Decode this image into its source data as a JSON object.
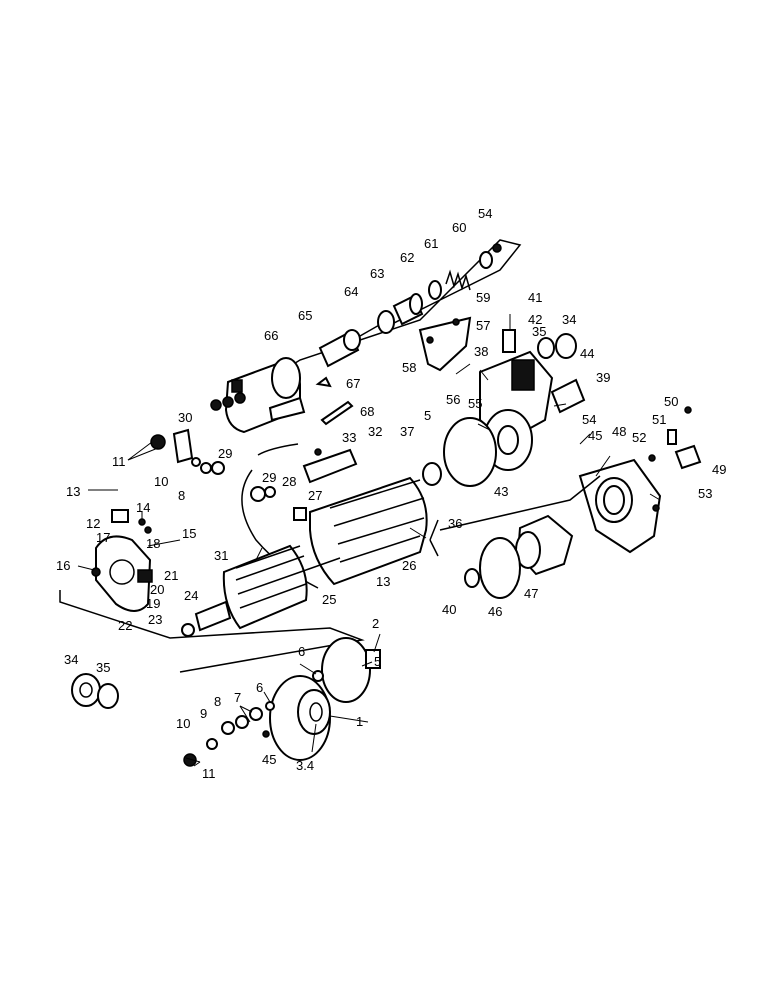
{
  "callouts": [
    "1",
    "2",
    "3.4",
    "5",
    "6",
    "7",
    "8",
    "9",
    "10",
    "11",
    "12",
    "13",
    "14",
    "15",
    "16",
    "17",
    "18",
    "19",
    "20",
    "21",
    "22",
    "23",
    "24",
    "25",
    "26",
    "27",
    "28",
    "29",
    "30",
    "31",
    "32",
    "33",
    "34",
    "35",
    "36",
    "37",
    "38",
    "39",
    "40",
    "41",
    "42",
    "43",
    "44",
    "45",
    "46",
    "47",
    "48",
    "49",
    "50",
    "51",
    "52",
    "53",
    "54",
    "55",
    "56",
    "57",
    "58",
    "59",
    "60",
    "61",
    "62",
    "63",
    "64",
    "65",
    "66",
    "67",
    "68"
  ]
}
